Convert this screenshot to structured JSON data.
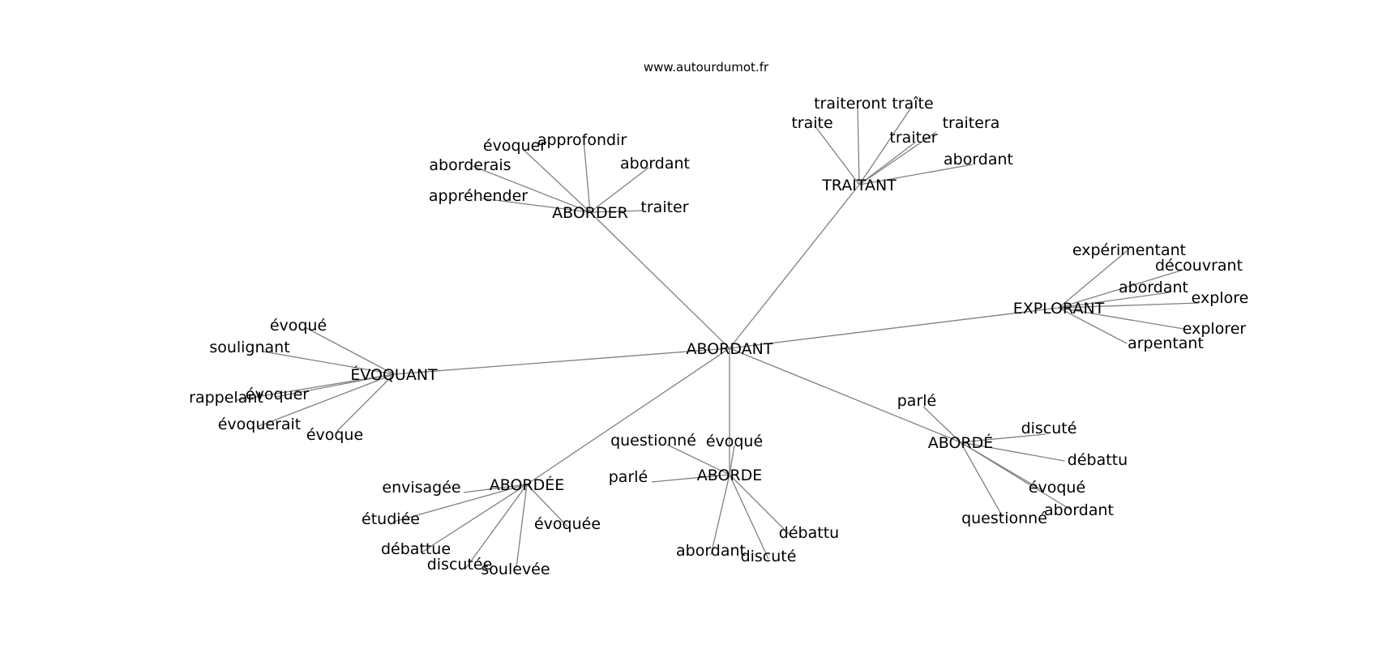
{
  "watermark": "www.autourdumot.fr",
  "graph": {
    "root": "ABORDANT",
    "edge_color": "#808080",
    "clusters": [
      {
        "hub": "ABORDER",
        "leaves": [
          "évoquer",
          "approfondir",
          "aborderais",
          "abordant",
          "appréhender",
          "traiter"
        ]
      },
      {
        "hub": "TRAITANT",
        "leaves": [
          "traiteront",
          "traîte",
          "traite",
          "traitera",
          "traiter",
          "abordant"
        ]
      },
      {
        "hub": "EXPLORANT",
        "leaves": [
          "expérimentant",
          "découvrant",
          "abordant",
          "explore",
          "explorer",
          "arpentant"
        ]
      },
      {
        "hub": "ÉVOQUANT",
        "leaves": [
          "évoqué",
          "soulignant",
          "rappelant",
          "évoquer",
          "évoquerait",
          "évoque"
        ]
      },
      {
        "hub": "ABORDÉ",
        "leaves": [
          "parlé",
          "discuté",
          "débattu",
          "évoqué",
          "abordant",
          "questionné"
        ]
      },
      {
        "hub": "ABORDE",
        "leaves": [
          "questionné",
          "évoqué",
          "parlé",
          "débattu",
          "abordant",
          "discuté"
        ]
      },
      {
        "hub": "ABORDÉE",
        "leaves": [
          "envisagée",
          "étudiée",
          "évoquée",
          "débattue",
          "discutée",
          "soulevée"
        ]
      }
    ]
  }
}
